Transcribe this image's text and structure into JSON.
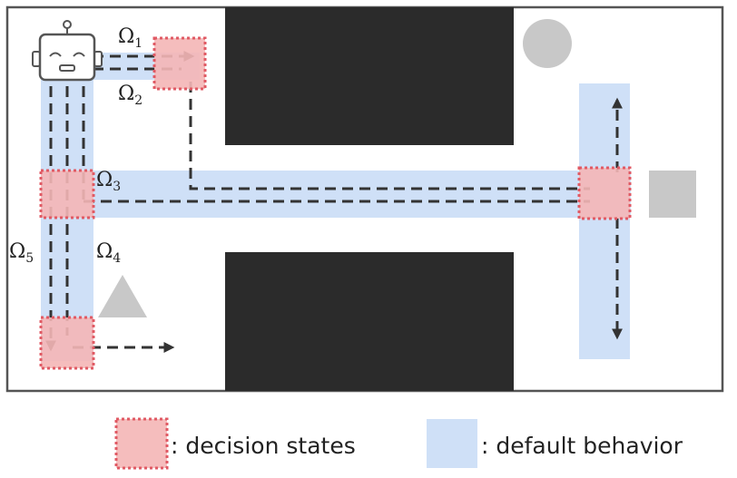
{
  "colors": {
    "decision_state": "#f4b6b6",
    "decision_border": "#e05a64",
    "default_behavior": "#cfe0f7",
    "wall": "#2b2b2b",
    "arrow": "#333333",
    "goal_shape": "#c8c8c8"
  },
  "labels": {
    "omega_1": {
      "symbol": "Ω",
      "sub": "1"
    },
    "omega_2": {
      "symbol": "Ω",
      "sub": "2"
    },
    "omega_3": {
      "symbol": "Ω",
      "sub": "3"
    },
    "omega_4": {
      "symbol": "Ω",
      "sub": "4"
    },
    "omega_5": {
      "symbol": "Ω",
      "sub": "5"
    }
  },
  "legend": {
    "decision_states": ": decision states",
    "default_behavior": ": default behavior"
  },
  "icons": {
    "agent": "robot-icon",
    "goals": [
      "circle-goal-icon",
      "square-goal-icon",
      "triangle-goal-icon"
    ]
  }
}
